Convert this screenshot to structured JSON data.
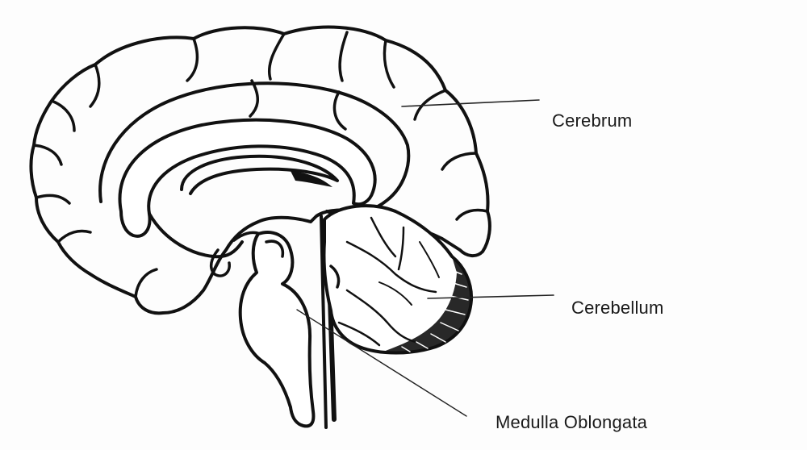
{
  "labels": {
    "cerebrum": "Cerebrum",
    "cerebellum": "Cerebellum",
    "medulla": "Medulla Oblongata"
  },
  "colors": {
    "ink": "#111111",
    "paper": "#fdfdfd"
  }
}
